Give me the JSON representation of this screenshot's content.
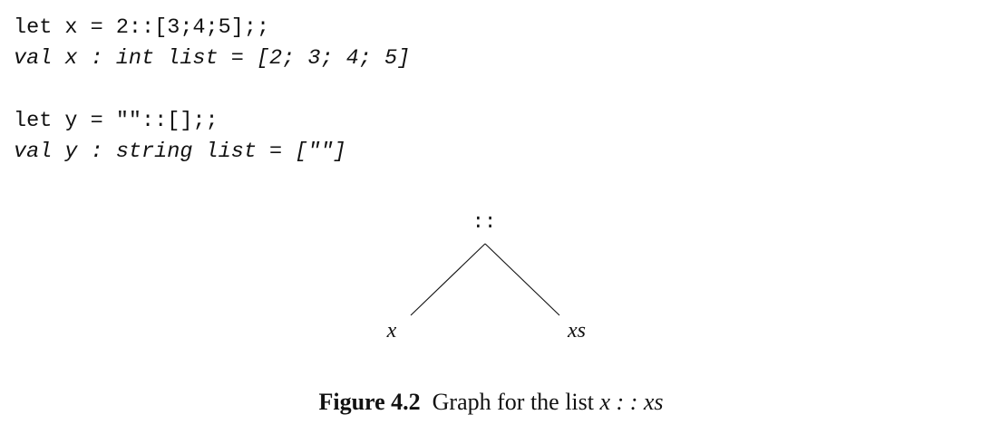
{
  "code_blocks": [
    {
      "input": "let x = 2::[3;4;5];;",
      "output": "val x : int list = [2; 3; 4; 5]"
    },
    {
      "input": "let y = \"\"::[];;",
      "output": "val y : string list = [\"\"]"
    }
  ],
  "tree": {
    "root": "::",
    "left": "x",
    "right": "xs"
  },
  "caption": {
    "label": "Figure 4.2",
    "text": "Graph for the list",
    "math": "x : : xs"
  }
}
